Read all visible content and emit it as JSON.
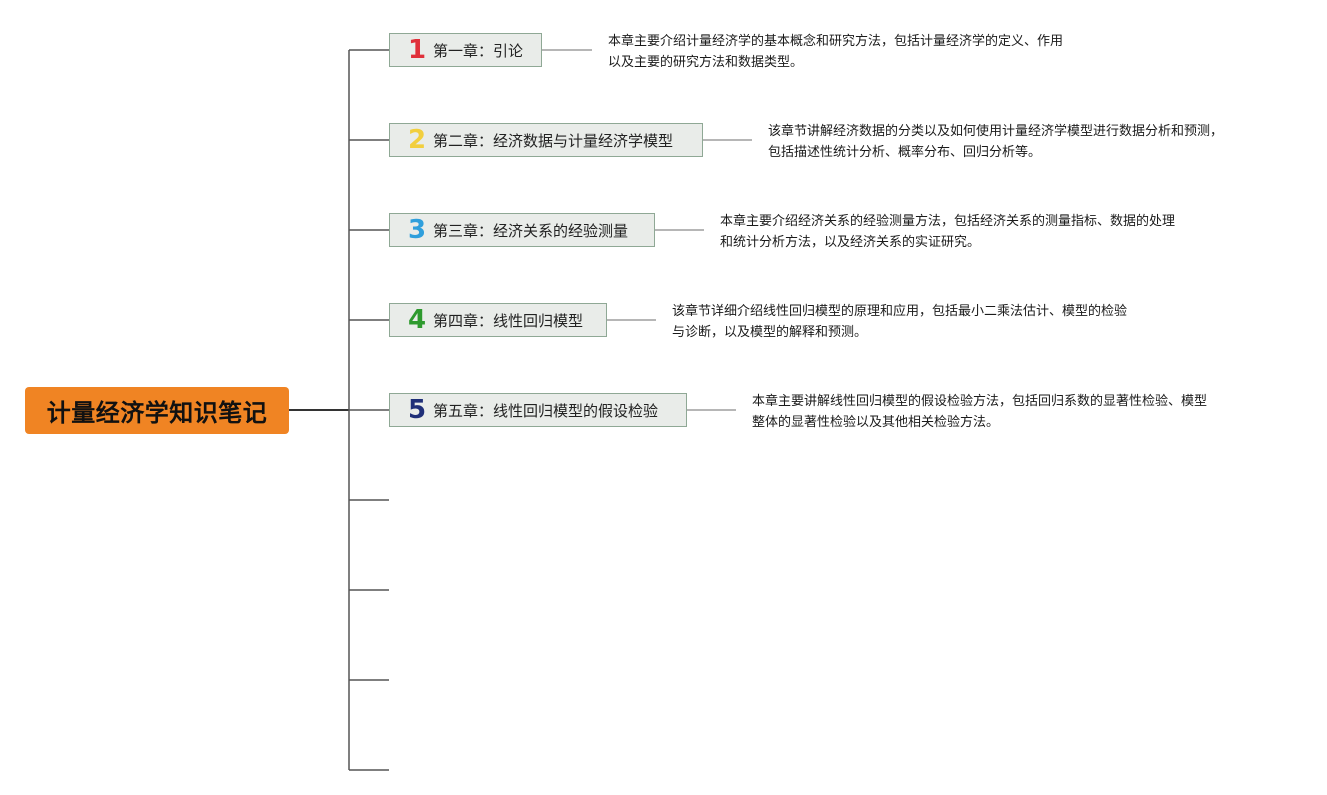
{
  "root": {
    "title": "计量经济学知识笔记",
    "color": "#f08423"
  },
  "chapters": [
    {
      "number": "1",
      "number_color": "#e0303a",
      "label": "第一章：引论",
      "desc_lines": [
        "本章主要介绍计量经济学的基本概念和研究方法，包括计量经济学的定义、作用",
        "以及主要的研究方法和数据类型。"
      ]
    },
    {
      "number": "2",
      "number_color": "#f2cf3e",
      "label": "第二章：经济数据与计量经济学模型",
      "desc_lines": [
        "该章节讲解经济数据的分类以及如何使用计量经济学模型进行数据分析和预测，",
        "包括描述性统计分析、概率分布、回归分析等。"
      ]
    },
    {
      "number": "3",
      "number_color": "#2f9fdc",
      "label": "第三章：经济关系的经验测量",
      "desc_lines": [
        "本章主要介绍经济关系的经验测量方法，包括经济关系的测量指标、数据的处理",
        "和统计分析方法，以及经济关系的实证研究。"
      ]
    },
    {
      "number": "4",
      "number_color": "#2e9a2e",
      "label": "第四章：线性回归模型",
      "desc_lines": [
        "该章节详细介绍线性回归模型的原理和应用，包括最小二乘法估计、模型的检验",
        "与诊断，以及模型的解释和预测。"
      ]
    },
    {
      "number": "5",
      "number_color": "#1f2f78",
      "label": "第五章：线性回归模型的假设检验",
      "desc_lines": [
        "本章主要讲解线性回归模型的假设检验方法，包括回归系数的显著性检验、模型",
        "整体的显著性检验以及其他相关检验方法。"
      ]
    }
  ],
  "colors": {
    "connector": "#555555",
    "desc_connector": "#8a8a8a",
    "node_fill": "#e9ece9",
    "node_border": "#8fa895"
  }
}
